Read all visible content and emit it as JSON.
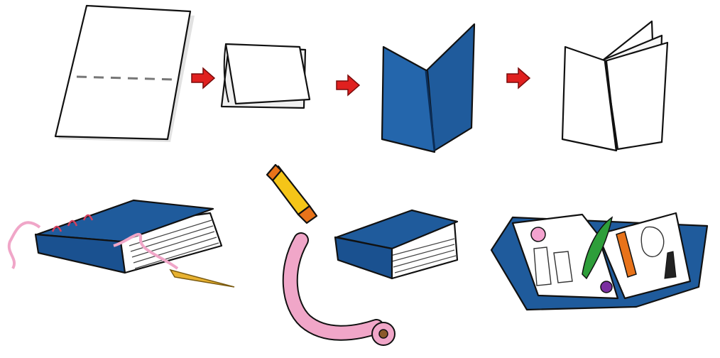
{
  "scene": {
    "background": "#ffffff",
    "colors": {
      "cover_blue": "#1f5b9c",
      "arrow_red": "#e0201f",
      "ribbon_pink": "#f0a6c8",
      "glue_yellow": "#f5c518",
      "glue_orange": "#e8731a",
      "needle_gold": "#e8b230",
      "feather_green": "#2e9e3a",
      "flower_pink": "#f4a3cf"
    },
    "steps_top_row": [
      "blank-sheet",
      "folded-sheet",
      "blue-cover-folded",
      "nested-folded-pages"
    ],
    "items_bottom_row": [
      "sewn-book-with-needle",
      "glue-stick",
      "pink-ribbon-roll",
      "bound-blue-book",
      "open-decorated-journal"
    ]
  }
}
